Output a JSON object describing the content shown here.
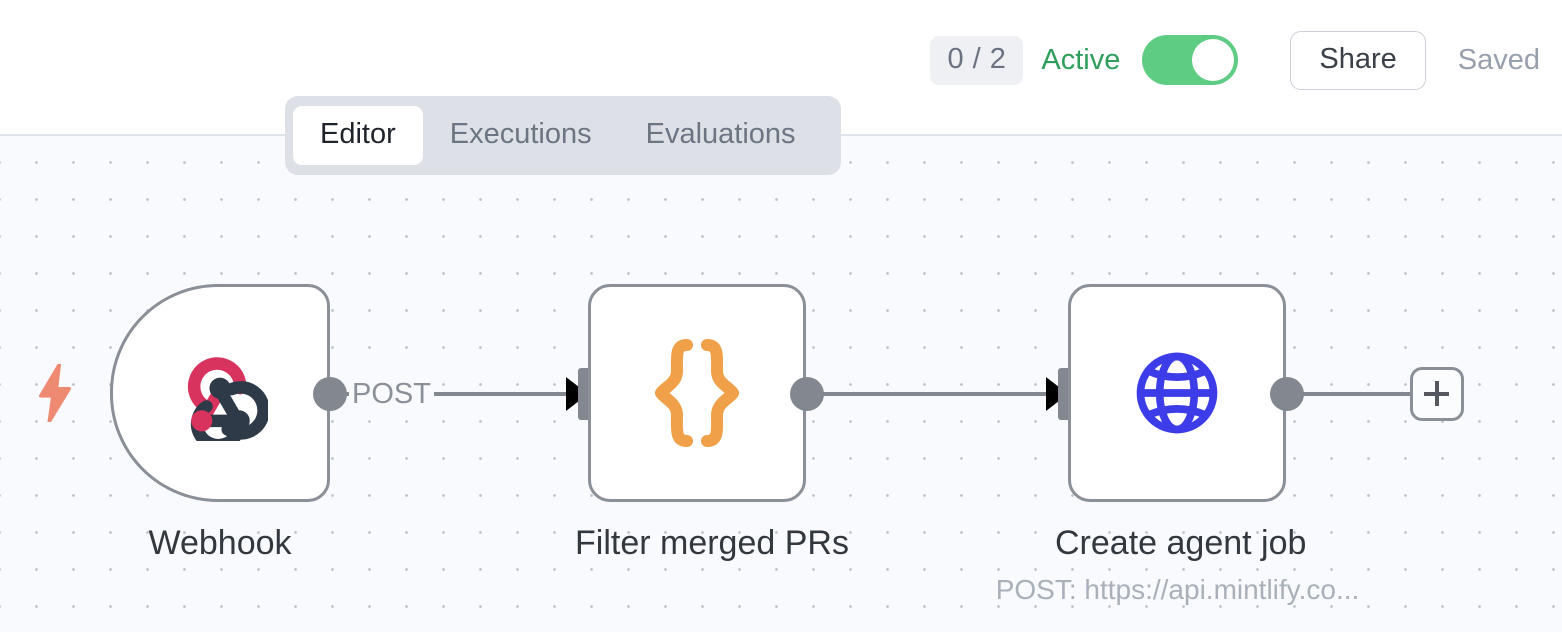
{
  "header": {
    "run_badge": "0 / 2",
    "active_label": "Active",
    "toggle_state": "on",
    "share_label": "Share",
    "saved_label": "Saved",
    "active_color": "#2f9e5c",
    "toggle_color": "#5fcc83"
  },
  "tabs": [
    {
      "label": "Editor",
      "active": true
    },
    {
      "label": "Executions",
      "active": false
    },
    {
      "label": "Evaluations",
      "active": false
    }
  ],
  "canvas": {
    "background": "#f8fafd",
    "dot_color": "#c3c8d2",
    "trigger_bolt_icon": "lightning-bolt-icon",
    "trigger_bolt_color": "#ef8a72"
  },
  "nodes": [
    {
      "id": "webhook",
      "title": "Webhook",
      "subtitle": "",
      "icon": "webhook-icon",
      "icon_colors": {
        "primary": "#d8325f",
        "secondary": "#2f3a48"
      },
      "shape": "trigger"
    },
    {
      "id": "filter",
      "title": "Filter merged PRs",
      "subtitle": "",
      "icon": "curly-braces-icon",
      "icon_colors": {
        "primary": "#f0a048"
      },
      "shape": "rect"
    },
    {
      "id": "http",
      "title": "Create agent job",
      "subtitle": "POST: https://api.mintlify.co...",
      "icon": "globe-icon",
      "icon_colors": {
        "primary": "#3c3ce8"
      },
      "shape": "rect"
    }
  ],
  "edges": [
    {
      "from": "webhook",
      "to": "filter",
      "label": "POST"
    },
    {
      "from": "filter",
      "to": "http",
      "label": ""
    }
  ],
  "add_node_button": {
    "icon": "plus-icon",
    "label": ""
  }
}
